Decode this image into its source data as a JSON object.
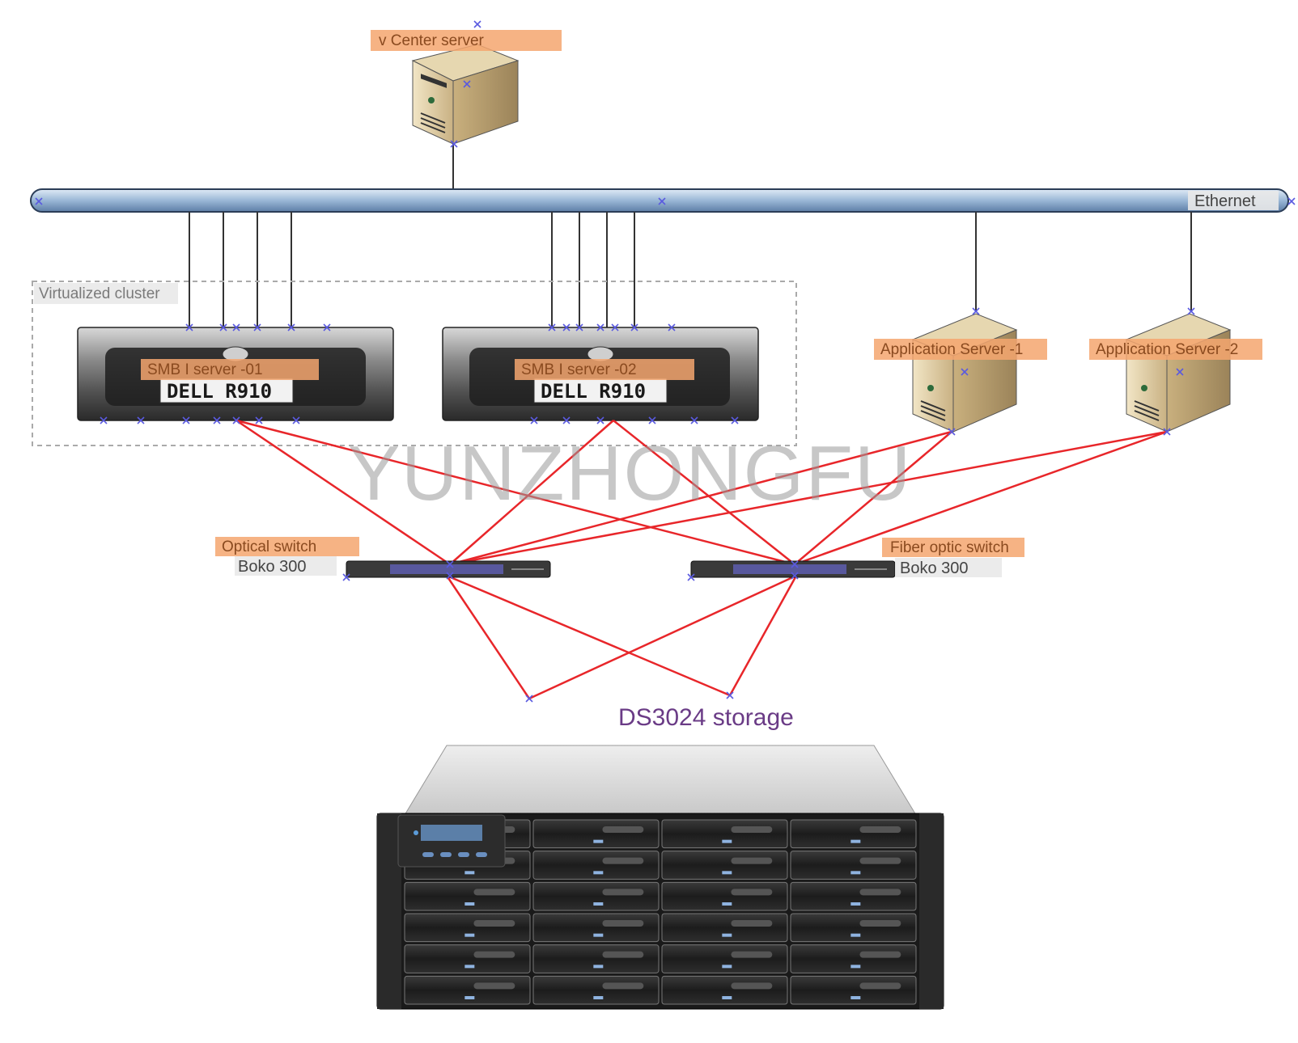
{
  "vcenter": {
    "label": "v Center server"
  },
  "ethernet": {
    "label": "Ethernet"
  },
  "cluster": {
    "label": "Virtualized cluster"
  },
  "servers": [
    {
      "label": "SMB I server -01",
      "model": "DELL  R910"
    },
    {
      "label": "SMB I server -02",
      "model": "DELL  R910"
    }
  ],
  "app_servers": [
    {
      "label": "Application Server -1"
    },
    {
      "label": "Application Server -2"
    }
  ],
  "switches": [
    {
      "type": "Optical switch",
      "model": "Boko 300"
    },
    {
      "type": "Fiber optic switch",
      "model": "Boko 300"
    }
  ],
  "storage": {
    "label": "DS3024 storage"
  },
  "watermark": "YUNZHONGFU",
  "colors": {
    "fc_links": "#e8262a",
    "ethernet_links": "#333333",
    "label_highlight": "#f5a66e",
    "storage_label": "#6a3b86"
  }
}
